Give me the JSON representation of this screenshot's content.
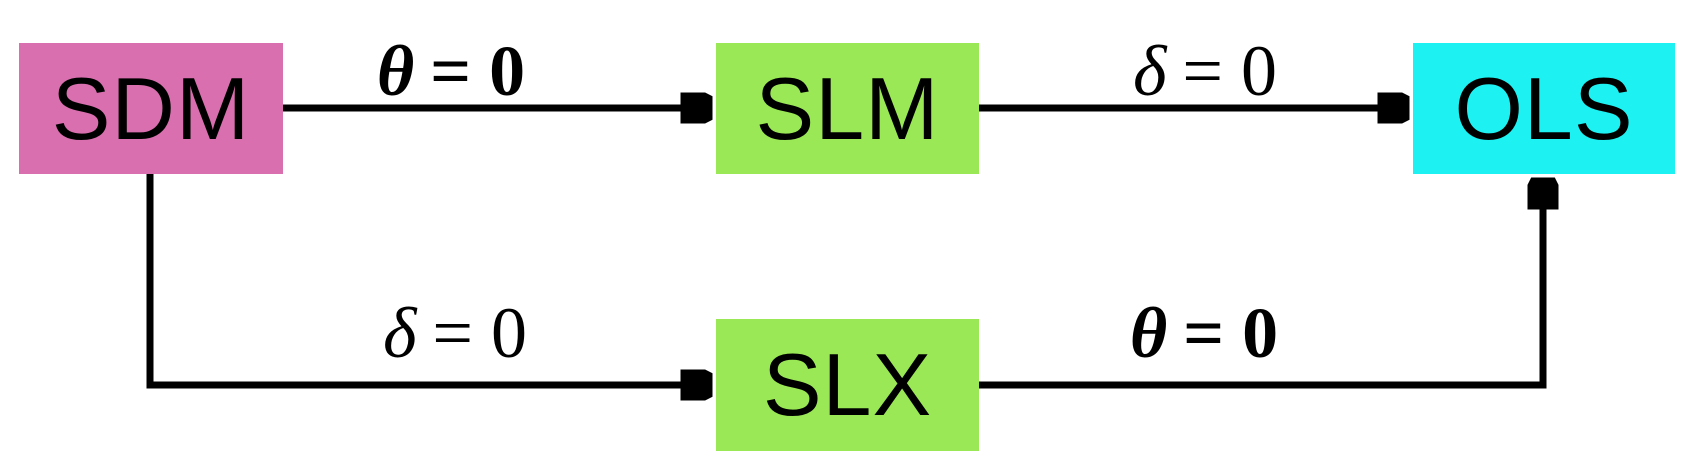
{
  "diagram": {
    "description": "Spatial econometric model nesting diagram",
    "background": "#ffffff",
    "arrow_color": "#000000",
    "nodes": [
      {
        "id": "sdm",
        "label": "SDM",
        "color": "#d96fae"
      },
      {
        "id": "slm",
        "label": "SLM",
        "color": "#9ae855"
      },
      {
        "id": "ols",
        "label": "OLS",
        "color": "#1ef1f1"
      },
      {
        "id": "slx",
        "label": "SLX",
        "color": "#9ae855"
      }
    ],
    "edges": [
      {
        "from": "SDM",
        "to": "SLM",
        "var": "θ",
        "rhs": "= 0",
        "weight": "bold"
      },
      {
        "from": "SLM",
        "to": "OLS",
        "var": "δ",
        "rhs": "= 0",
        "weight": "normal"
      },
      {
        "from": "SDM",
        "to": "SLX",
        "var": "δ",
        "rhs": "= 0",
        "weight": "normal"
      },
      {
        "from": "SLX",
        "to": "OLS",
        "var": "θ",
        "rhs": "= 0",
        "weight": "bold"
      }
    ]
  }
}
